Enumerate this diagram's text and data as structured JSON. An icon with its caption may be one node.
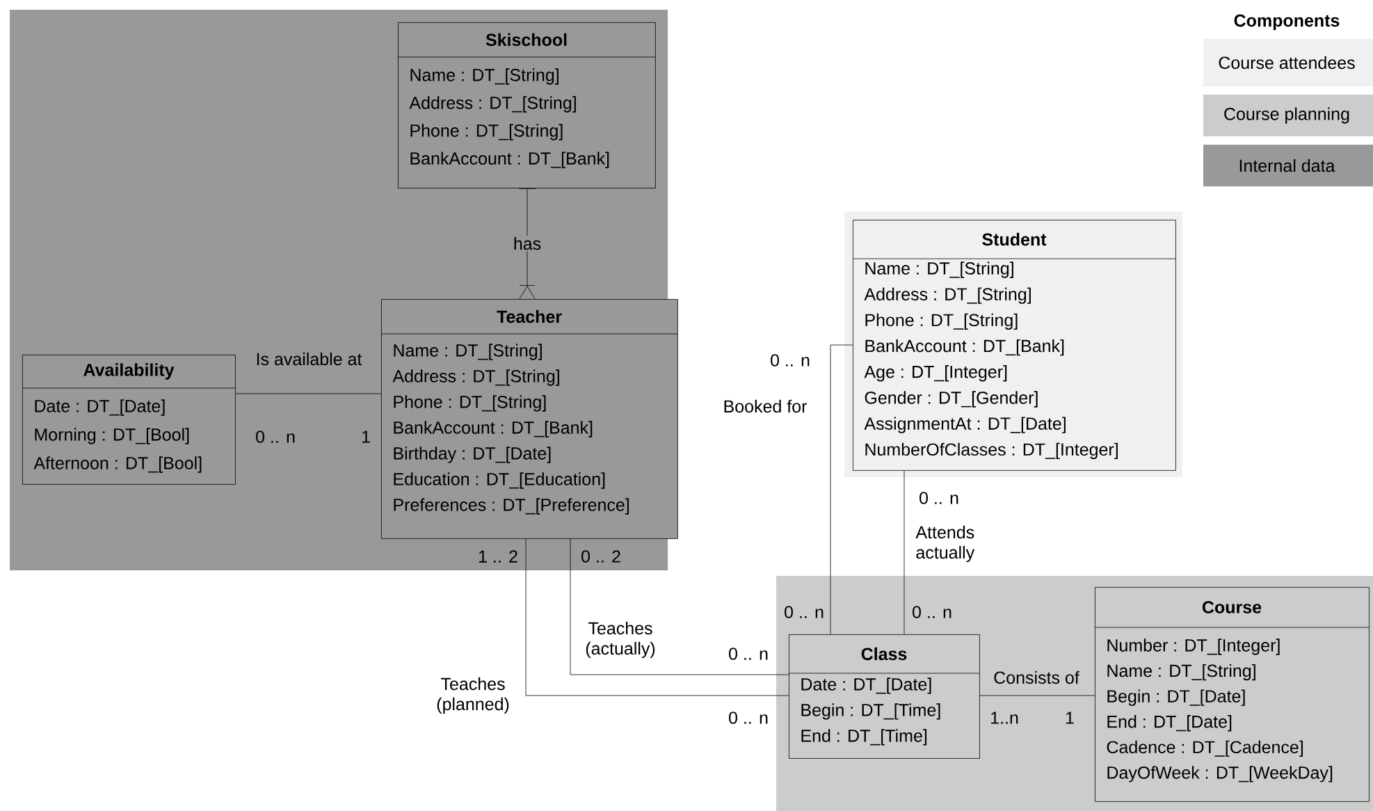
{
  "diagram": {
    "nodes": [
      {
        "text": [
          "Skischool",
          "Name : DT_[String]",
          "Address : DT_[String]",
          "Phone : DT_[String]",
          "BankAccount : DT_[Bank]"
        ]
      },
      {
        "text": [
          "Teacher",
          "Name : DT_[String]",
          "Address : DT_[String]",
          "Phone : DT_[String]",
          "BankAccount : DT_[Bank]",
          "Birthday : DT_[Date]",
          "Education : DT_[Education]",
          "Preferences : DT_[Preference]"
        ]
      },
      {
        "text": [
          "Availability",
          "Date : DT_[Date]",
          "Morning : DT_[Bool]",
          "Afternoon : DT_[Bool]"
        ]
      },
      {
        "text": [
          "Student",
          "Name : DT_[String]",
          "Address : DT_[String]",
          "Phone : DT_[String]",
          "BankAccount : DT_[Bank]",
          "Age : DT_[Integer]",
          "Gender : DT_[Gender]",
          "AssignmentAt : DT_[Date]",
          "NumberOfClasses : DT_[Integer]"
        ]
      },
      {
        "text": [
          "Class",
          "Date : DT_[Date]",
          "Begin : DT_[Time]",
          "End : DT_[Time]"
        ]
      },
      {
        "text": [
          "Course",
          "Number : DT_[Integer]",
          "Name : DT_[String]",
          "Begin : DT_[Date]",
          "End : DT_[Date]",
          "Cadence : DT_[Cadence]",
          "DayOfWeek : DT_[WeekDay]"
        ]
      }
    ],
    "edges": [
      {
        "from": 0,
        "to": 1,
        "arrow": "other",
        "label": "has"
      },
      {
        "from": 2,
        "to": 1,
        "arrow": "none",
        "label": "Is available at"
      },
      {
        "from": 3,
        "to": 4,
        "arrow": "none",
        "label": "Booked for"
      },
      {
        "from": 3,
        "to": 4,
        "arrow": "none",
        "label": "Attends actually"
      },
      {
        "from": 1,
        "to": 4,
        "arrow": "none",
        "label": "Teaches (actually)"
      },
      {
        "from": 1,
        "to": 4,
        "arrow": "none",
        "label": "Teaches (planned)"
      },
      {
        "from": 4,
        "to": 5,
        "arrow": "none",
        "label": "Consists of"
      }
    ],
    "labels": [
      "Components",
      "0 .. n",
      "1",
      "1 .. 2",
      "0 .. 2",
      "0 .. n",
      "0 .. n",
      "0 .. n",
      "0 .. n",
      "0 .. n",
      "0 .. n",
      "1..n",
      "1"
    ],
    "legend": [
      {
        "text": "Course attendees",
        "color": "#f0f0f0"
      },
      {
        "text": "Course planning",
        "color": "#cccccc"
      },
      {
        "text": "Internal data",
        "color": "#999999"
      }
    ]
  }
}
